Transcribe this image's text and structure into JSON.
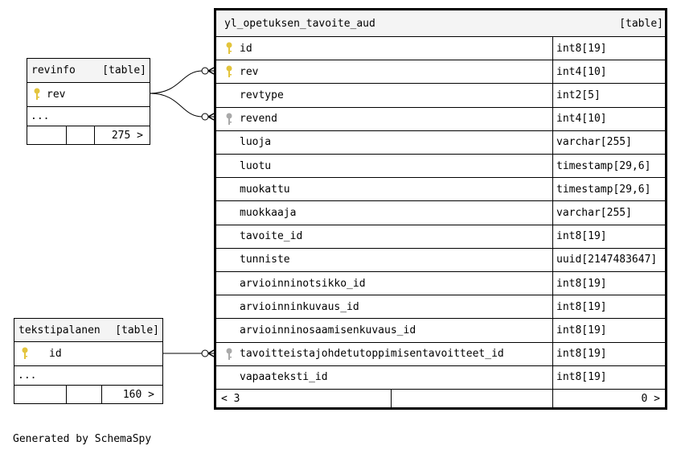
{
  "colors": {
    "primary_key": "#e3c43c",
    "foreign_key": "#a9a9a9",
    "line": "#000000",
    "header_bg": "#f4f4f4"
  },
  "revinfo": {
    "name": "revinfo",
    "tag": "[table]",
    "columns": [
      {
        "name": "rev",
        "key": "primary-key-icon"
      }
    ],
    "ellipsis": "...",
    "count": "275 >"
  },
  "tekstipalanen": {
    "name": "tekstipalanen",
    "tag": "[table]",
    "columns": [
      {
        "name": "id",
        "key": "primary-key-icon"
      }
    ],
    "ellipsis": "...",
    "count": "160 >"
  },
  "main": {
    "name": "yl_opetuksen_tavoite_aud",
    "tag": "[table]",
    "columns": [
      {
        "name": "id",
        "type": "int8[19]",
        "key": "primary-key-icon"
      },
      {
        "name": "rev",
        "type": "int4[10]",
        "key": "primary-key-icon"
      },
      {
        "name": "revtype",
        "type": "int2[5]",
        "key": ""
      },
      {
        "name": "revend",
        "type": "int4[10]",
        "key": "foreign-key-icon"
      },
      {
        "name": "luoja",
        "type": "varchar[255]",
        "key": ""
      },
      {
        "name": "luotu",
        "type": "timestamp[29,6]",
        "key": ""
      },
      {
        "name": "muokattu",
        "type": "timestamp[29,6]",
        "key": ""
      },
      {
        "name": "muokkaaja",
        "type": "varchar[255]",
        "key": ""
      },
      {
        "name": "tavoite_id",
        "type": "int8[19]",
        "key": ""
      },
      {
        "name": "tunniste",
        "type": "uuid[2147483647]",
        "key": ""
      },
      {
        "name": "arvioinninotsikko_id",
        "type": "int8[19]",
        "key": ""
      },
      {
        "name": "arvioinninkuvaus_id",
        "type": "int8[19]",
        "key": ""
      },
      {
        "name": "arvioinninosaamisenkuvaus_id",
        "type": "int8[19]",
        "key": ""
      },
      {
        "name": "tavoitteistajohdetutoppimisentavoitteet_id",
        "type": "int8[19]",
        "key": "foreign-key-icon"
      },
      {
        "name": "vapaateksti_id",
        "type": "int8[19]",
        "key": ""
      }
    ],
    "footer_left": "< 3",
    "footer_right": "0 >"
  },
  "footer": {
    "text": "Generated by SchemaSpy"
  }
}
